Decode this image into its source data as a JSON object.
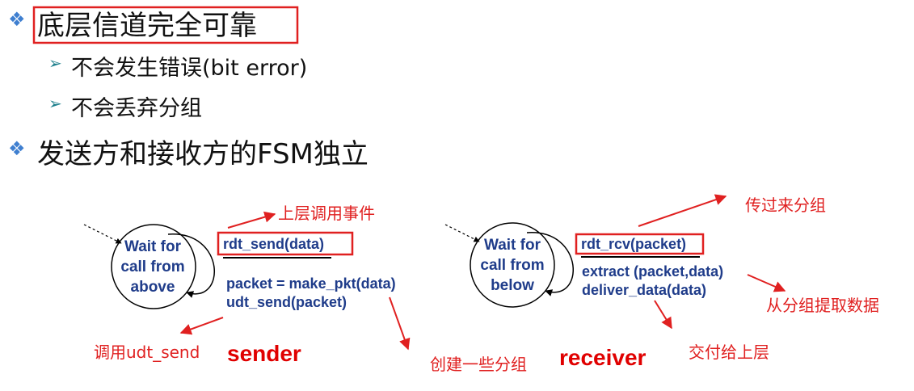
{
  "bullets": {
    "b1": "底层信道完全可靠",
    "b1a": "不会发生错误(bit error)",
    "b1b": "不会丢弃分组",
    "b2": "发送方和接收方的FSM独立"
  },
  "sender": {
    "state_line1": "Wait for",
    "state_line2": "call from",
    "state_line3": "above",
    "event": "rdt_send(data)",
    "action1": "packet = make_pkt(data)",
    "action2": "udt_send(packet)",
    "role": "sender",
    "note_event": "上层调用事件",
    "note_call": "调用udt_send",
    "note_create": "创建一些分组"
  },
  "receiver": {
    "state_line1": "Wait for",
    "state_line2": "call from",
    "state_line3": "below",
    "event": "rdt_rcv(packet)",
    "action1": "extract (packet,data)",
    "action2": "deliver_data(data)",
    "role": "receiver",
    "note_incoming": "传过来分组",
    "note_extract": "从分组提取数据",
    "note_deliver": "交付给上层"
  },
  "colors": {
    "bullet_diamond": "#3f7fd0",
    "sub_arrow": "#1d7f8c",
    "fsm_text": "#1f3c8a",
    "annotation_red": "#e02020"
  }
}
